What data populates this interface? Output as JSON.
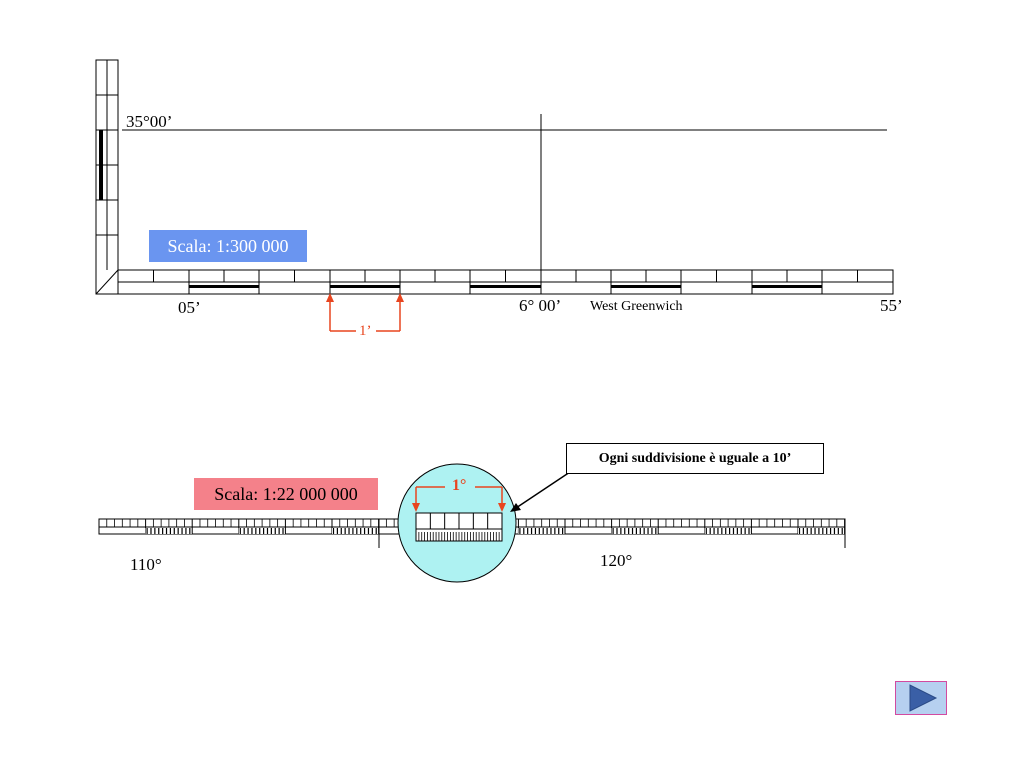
{
  "map_scale_1": {
    "label": "Scala: 1:300 000",
    "lat_label": "35°00’",
    "lon_left": "05’",
    "lon_center": "6° 00’",
    "meridian_ref": "West Greenwich",
    "lon_right": "55’",
    "interval_label": "1’"
  },
  "map_scale_2": {
    "label": "Scala: 1:22 000 000",
    "lon_left": "110°",
    "lon_right": "120°",
    "magnifier_label": "1°",
    "callout": "Ogni suddivisione è uguale a 10’"
  },
  "navigation": {
    "next_icon": "play-arrow-icon"
  },
  "colors": {
    "scale1_bg": "#6a95f0",
    "scale2_bg": "#f4818a",
    "magnifier": "#aef2f2",
    "arrow_red": "#e8451f",
    "nav_button": "#b6d0f0",
    "nav_arrow": "#3a5fa6"
  }
}
